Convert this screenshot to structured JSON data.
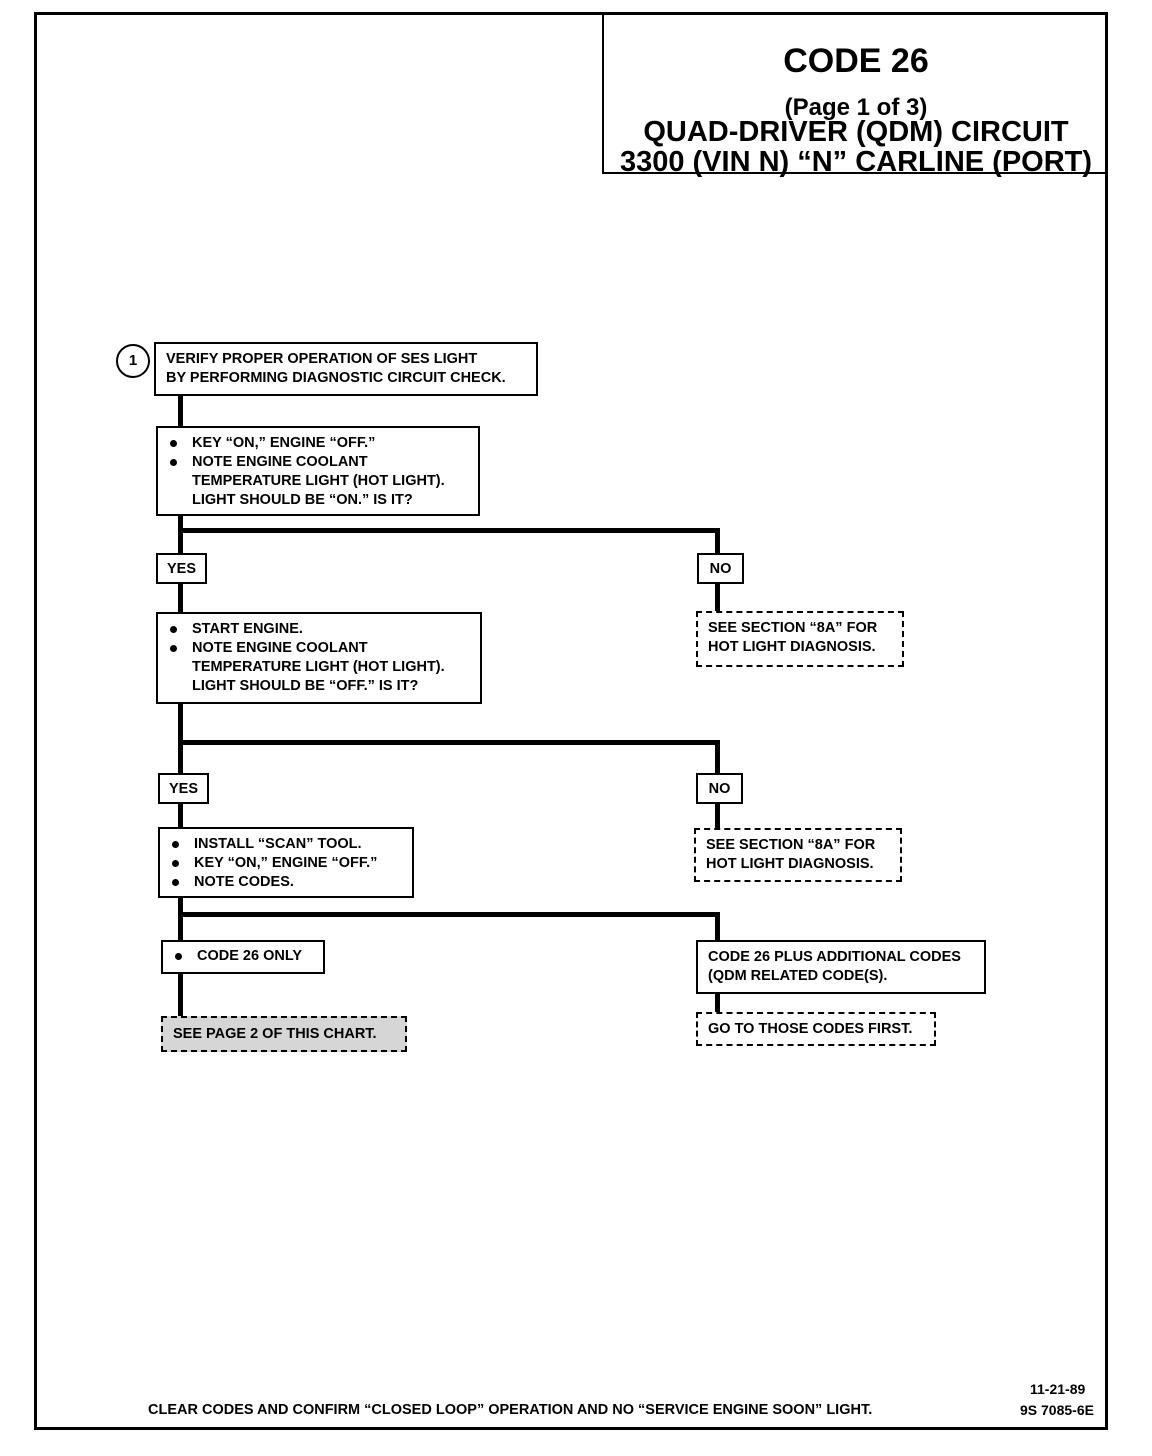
{
  "title": {
    "code": "CODE 26",
    "page": "(Page 1 of 3)",
    "line3": "QUAD-DRIVER (QDM) CIRCUIT",
    "line4": "3300  (VIN N)  “N”  CARLINE  (PORT)"
  },
  "step_marker": "1",
  "step1": {
    "line1": "VERIFY PROPER OPERATION OF SES LIGHT",
    "line2": "BY PERFORMING DIAGNOSTIC CIRCUIT CHECK."
  },
  "check_hot_on": {
    "bullet1": "KEY “ON,” ENGINE “OFF.”",
    "bullet2_line1": "NOTE ENGINE COOLANT",
    "bullet2_line2": "TEMPERATURE LIGHT (HOT LIGHT).",
    "bullet2_line3": "LIGHT SHOULD BE “ON.”  IS IT?"
  },
  "branch1": {
    "yes": "YES",
    "no": "NO",
    "no_result_line1": "SEE SECTION “8A” FOR",
    "no_result_line2": "HOT LIGHT DIAGNOSIS."
  },
  "check_hot_off": {
    "bullet1": "START ENGINE.",
    "bullet2_line1": "NOTE ENGINE COOLANT",
    "bullet2_line2": "TEMPERATURE LIGHT (HOT LIGHT).",
    "bullet2_line3": "LIGHT SHOULD BE “OFF.”  IS IT?"
  },
  "branch2": {
    "yes": "YES",
    "no": "NO",
    "no_result_line1": "SEE SECTION “8A” FOR",
    "no_result_line2": "HOT LIGHT DIAGNOSIS."
  },
  "scan_step": {
    "bullet1": "INSTALL “SCAN” TOOL.",
    "bullet2": "KEY “ON,” ENGINE “OFF.”",
    "bullet3": "NOTE CODES."
  },
  "code26_only": "CODE 26 ONLY",
  "code26_only_result": "SEE PAGE 2 OF THIS CHART.",
  "code26_plus": {
    "line1": "CODE 26 PLUS ADDITIONAL CODES",
    "line2": "(QDM RELATED CODE(S)."
  },
  "code26_plus_result": "GO TO THOSE CODES FIRST.",
  "footer": "CLEAR CODES AND CONFIRM “CLOSED LOOP”  OPERATION AND NO “SERVICE ENGINE SOON” LIGHT.",
  "date": "11-21-89",
  "doc_number": "9S 7085-6E"
}
